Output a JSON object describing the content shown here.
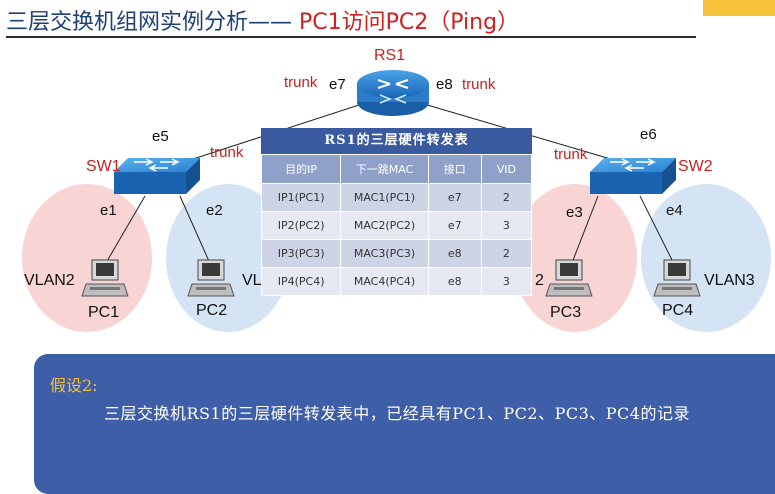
{
  "slide": {
    "title_main": "三层交换机组网实例分析——",
    "title_highlight": " PC1访问PC2（Ping）"
  },
  "devices": {
    "router": "RS1",
    "switch_left": "SW1",
    "switch_right": "SW2",
    "pcs": [
      "PC1",
      "PC2",
      "PC3",
      "PC4"
    ]
  },
  "ports": {
    "e7": "e7",
    "e8": "e8",
    "e5": "e5",
    "e6": "e6",
    "e1": "e1",
    "e2": "e2",
    "e3": "e3",
    "e4": "e4"
  },
  "link_labels": {
    "trunk_e7": "trunk",
    "trunk_e8": "trunk",
    "trunk_sw1": "trunk",
    "trunk_sw2": "trunk"
  },
  "vlan_labels": {
    "pc1": "VLAN2",
    "pc2": "VL",
    "pc3": "2",
    "pc4": "VLAN3"
  },
  "forward_table": {
    "caption": "RS1的三层硬件转发表",
    "headers": [
      "目的IP",
      "下一跳MAC",
      "接口",
      "VID"
    ],
    "rows": [
      [
        "IP1(PC1)",
        "MAC1(PC1)",
        "e7",
        "2"
      ],
      [
        "IP2(PC2)",
        "MAC2(PC2)",
        "e7",
        "3"
      ],
      [
        "IP3(PC3)",
        "MAC3(PC3)",
        "e8",
        "2"
      ],
      [
        "IP4(PC4)",
        "MAC4(PC4)",
        "e8",
        "3"
      ]
    ]
  },
  "note": {
    "title": "假设2:",
    "body": "三层交换机RS1的三层硬件转发表中，已经具有PC1、PC2、PC3、PC4的记录"
  },
  "colors": {
    "title_blue": "#1f3f77",
    "accent_red": "#d02020",
    "vlan2_area": "#f8d4d4",
    "vlan3_area": "#d4e4f4",
    "note_bg": "#3f5ea8",
    "note_title": "#f5c23a"
  }
}
